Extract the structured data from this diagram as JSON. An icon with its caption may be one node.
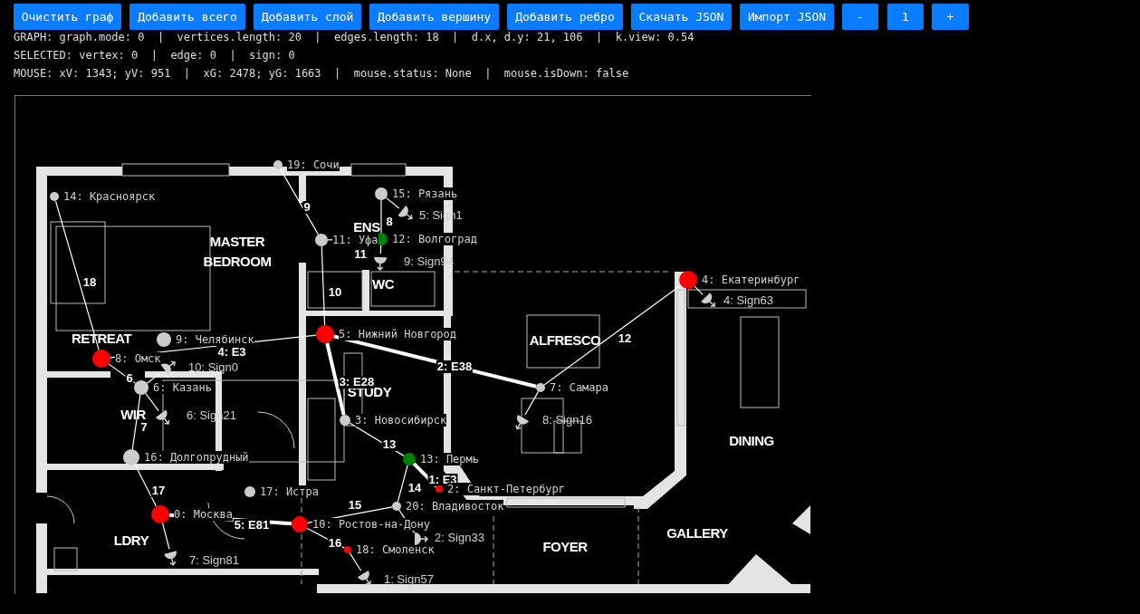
{
  "diagram": {
    "nodes": [
      {
        "text": [],
        "shape": "circle",
        "beside": [
          "0: Москва"
        ]
      },
      {
        "text": [],
        "shape": "circle",
        "beside": [
          "2: Санкт-Петербург"
        ]
      },
      {
        "text": [],
        "shape": "circle",
        "beside": [
          "3: Новосибирск"
        ]
      },
      {
        "text": [],
        "shape": "circle",
        "beside": [
          "4: Екатеринбург"
        ]
      },
      {
        "text": [],
        "shape": "circle",
        "beside": [
          "5: Нижний Новгород"
        ]
      },
      {
        "text": [],
        "shape": "circle",
        "beside": [
          "6: Казань"
        ]
      },
      {
        "text": [],
        "shape": "circle",
        "beside": [
          "7: Самара"
        ]
      },
      {
        "text": [],
        "shape": "circle",
        "beside": [
          "8: Омск"
        ]
      },
      {
        "text": [],
        "shape": "circle",
        "beside": [
          "9: Челябинск"
        ]
      },
      {
        "text": [],
        "shape": "circle",
        "beside": [
          "10: Ростов-на-Дону"
        ]
      },
      {
        "text": [],
        "shape": "circle",
        "beside": [
          "11: Уфа"
        ]
      },
      {
        "text": [],
        "shape": "circle",
        "beside": [
          "12: Волгоград"
        ]
      },
      {
        "text": [],
        "shape": "circle",
        "beside": [
          "13: Пермь"
        ]
      },
      {
        "text": [],
        "shape": "circle",
        "beside": [
          "14: Красноярск"
        ]
      },
      {
        "text": [],
        "shape": "circle",
        "beside": [
          "15: Рязань"
        ]
      },
      {
        "text": [],
        "shape": "circle",
        "beside": [
          "16: Долгопрудный"
        ]
      },
      {
        "text": [],
        "shape": "circle",
        "beside": [
          "17: Истра"
        ]
      },
      {
        "text": [],
        "shape": "circle",
        "beside": [
          "18: Смоленск"
        ]
      },
      {
        "text": [],
        "shape": "circle",
        "beside": [
          "19: Сочи"
        ]
      },
      {
        "text": [],
        "shape": "circle",
        "beside": [
          "20: Владивосток"
        ]
      },
      {
        "text": [],
        "shape": "semicircle",
        "beside": [
          "5: Sign1"
        ]
      },
      {
        "text": [],
        "shape": "semicircle",
        "beside": [
          "9: Sign94"
        ]
      },
      {
        "text": [],
        "shape": "semicircle",
        "beside": [
          "4: Sign63"
        ]
      },
      {
        "text": [],
        "shape": "semicircle",
        "beside": [
          "10: Sign0"
        ]
      },
      {
        "text": [],
        "shape": "semicircle",
        "beside": [
          "6: Sign21"
        ]
      },
      {
        "text": [],
        "shape": "semicircle",
        "beside": [
          "8: Sign16"
        ]
      },
      {
        "text": [],
        "shape": "semicircle",
        "beside": [
          "2: Sign33"
        ]
      },
      {
        "text": [],
        "shape": "semicircle",
        "beside": [
          "7: Sign81"
        ]
      },
      {
        "text": [],
        "shape": "semicircle",
        "beside": [
          "1: Sign57"
        ]
      }
    ],
    "edges": [
      {
        "from": 12,
        "to": 1,
        "arrow": "none",
        "label": "1: E3",
        "style": "thick"
      },
      {
        "from": 4,
        "to": 6,
        "arrow": "none",
        "label": "2: E38",
        "style": "thick"
      },
      {
        "from": 4,
        "to": 2,
        "arrow": "none",
        "label": "3: E28",
        "style": "thick"
      },
      {
        "from": 7,
        "to": 4,
        "arrow": "none",
        "label": "4: E3"
      },
      {
        "from": 0,
        "to": 9,
        "arrow": "none",
        "label": "5: E81",
        "style": "thick"
      },
      {
        "from": 7,
        "to": 5,
        "arrow": "none",
        "label": "6"
      },
      {
        "from": 5,
        "to": 15,
        "arrow": "none",
        "label": "7"
      },
      {
        "from": 14,
        "to": 11,
        "arrow": "none",
        "label": "8"
      },
      {
        "from": 18,
        "to": 10,
        "arrow": "none",
        "label": "9"
      },
      {
        "from": 10,
        "to": 4,
        "arrow": "none",
        "label": "10"
      },
      {
        "from": 10,
        "to": 11,
        "arrow": "none",
        "label": "11"
      },
      {
        "from": 6,
        "to": 3,
        "arrow": "none",
        "label": "12"
      },
      {
        "from": 2,
        "to": 12,
        "arrow": "none",
        "label": "13"
      },
      {
        "from": 12,
        "to": 19,
        "arrow": "none",
        "label": "14"
      },
      {
        "from": 9,
        "to": 19,
        "arrow": "none",
        "label": "15"
      },
      {
        "from": 9,
        "to": 17,
        "arrow": "none",
        "label": "16"
      },
      {
        "from": 15,
        "to": 0,
        "arrow": "none",
        "label": "17"
      },
      {
        "from": 13,
        "to": 7,
        "arrow": "none",
        "label": "18"
      },
      {
        "from": 14,
        "to": 20,
        "arrow": "none"
      },
      {
        "from": 11,
        "to": 21,
        "arrow": "none"
      },
      {
        "from": 3,
        "to": 22,
        "arrow": "none"
      },
      {
        "from": 5,
        "to": 23,
        "arrow": "none"
      },
      {
        "from": 5,
        "to": 24,
        "arrow": "none"
      },
      {
        "from": 6,
        "to": 25,
        "arrow": "none"
      },
      {
        "from": 19,
        "to": 26,
        "arrow": "none"
      },
      {
        "from": 0,
        "to": 27,
        "arrow": "none"
      },
      {
        "from": 17,
        "to": 28,
        "arrow": "none"
      }
    ],
    "labels": [
      "Очистить граф",
      "Добавить всего",
      "Добавить слой",
      "Добавить вершину",
      "Добавить ребро",
      "Скачать JSON",
      "Импорт JSON",
      "-",
      "1",
      "+",
      "GRAPH: graph.mode: 0  |  vertices.length: 20  |  edges.length: 18  |  d.x, d.y: 21, 106  |  k.view: 0.54",
      "SELECTED: vertex: 0  |  edge: 0  |  sign: 0",
      "MOUSE: xV: 1343; yV: 951  |  xG: 2478; yG: 1663  |  mouse.status: None  |  mouse.isDown: false",
      "MASTER BEDROOM",
      "ENS",
      "WC",
      "RETREAT",
      "WIR",
      "STUDY",
      "ALFRESCO",
      "DINING",
      "LDRY",
      "FOYER",
      "GALLERY"
    ]
  }
}
